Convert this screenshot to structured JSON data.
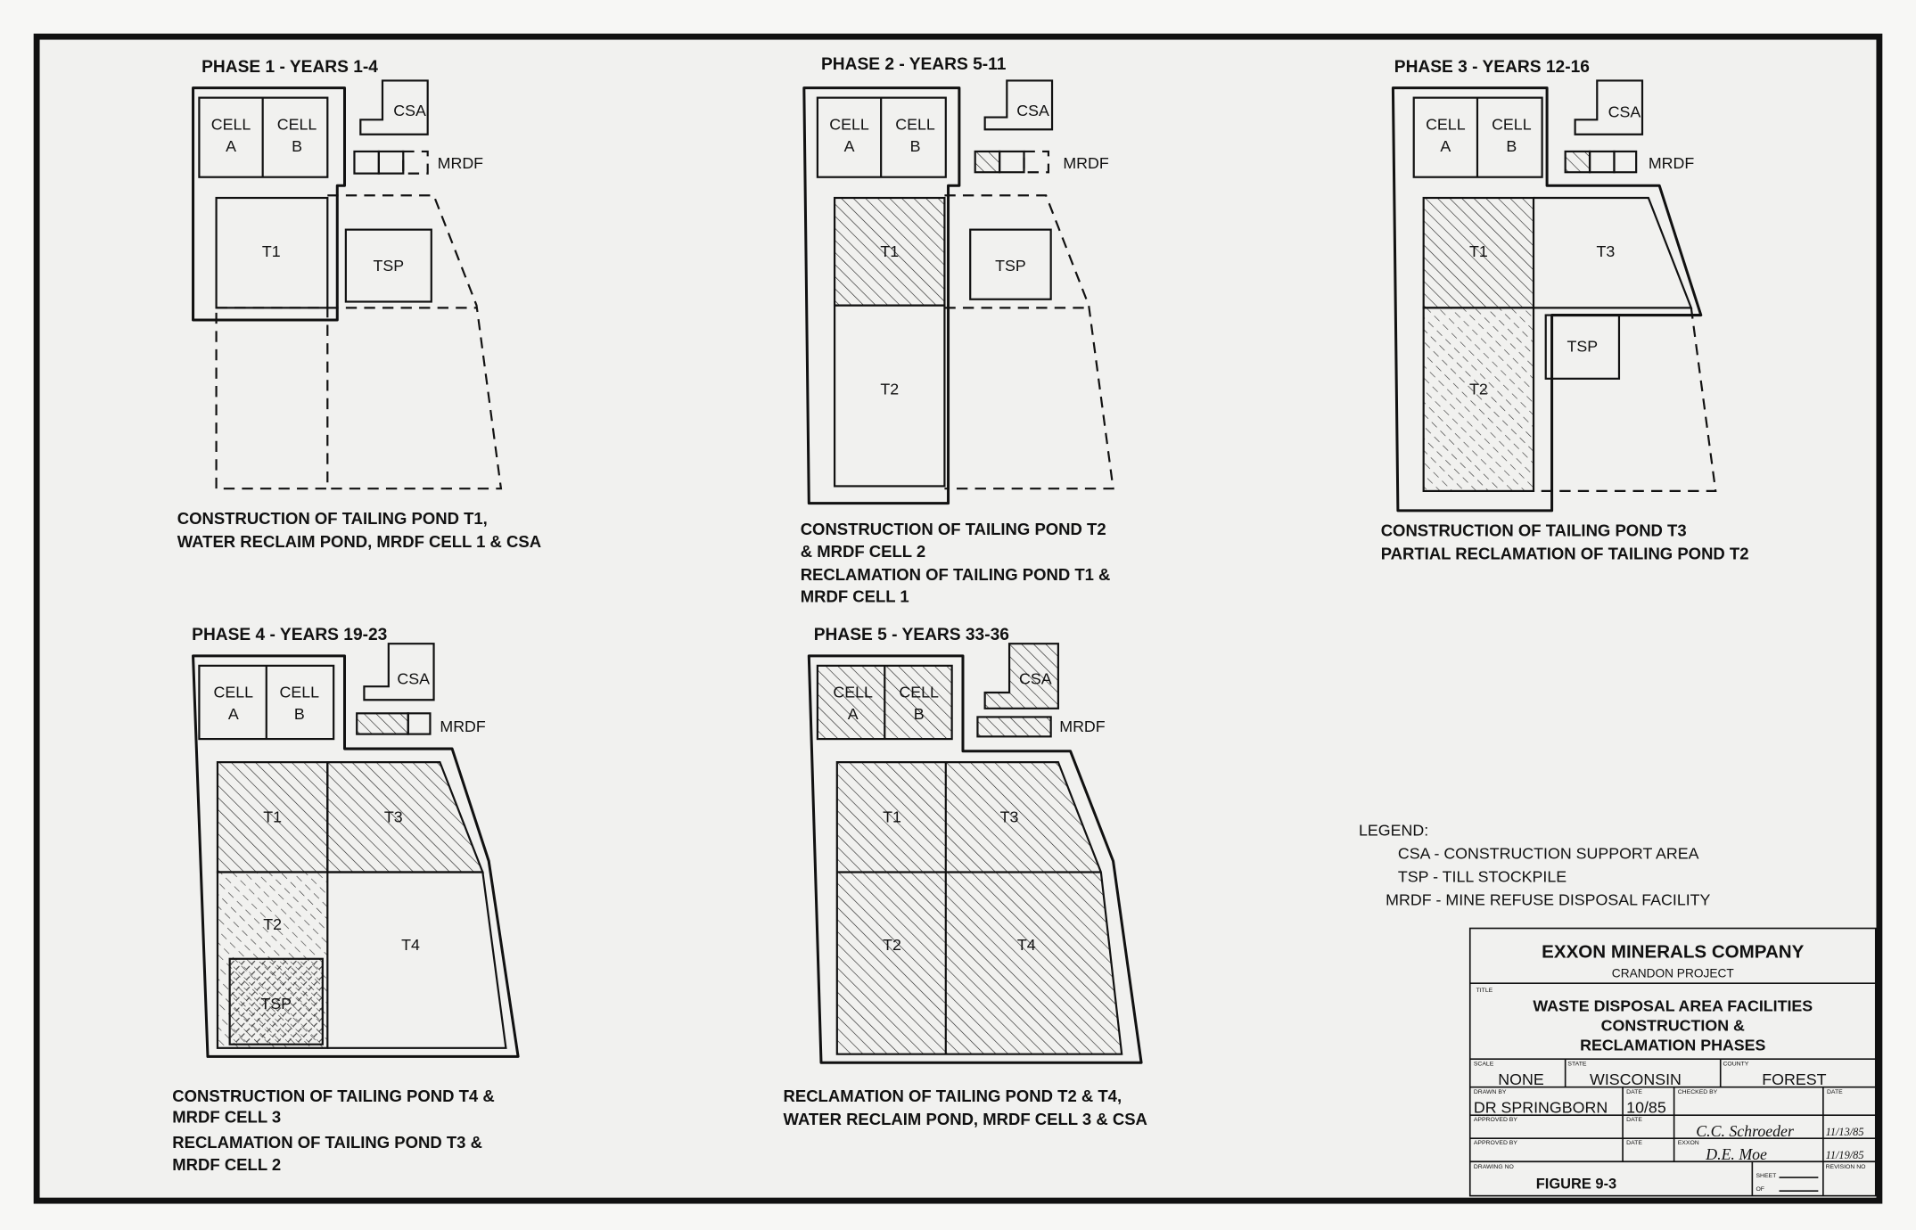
{
  "phases": [
    {
      "title": "PHASE 1 - YEARS 1-4",
      "captions": [
        "CONSTRUCTION OF TAILING POND T1,",
        "WATER RECLAIM POND, MRDF CELL 1 & CSA"
      ]
    },
    {
      "title": "PHASE 2 - YEARS 5-11",
      "captions": [
        "CONSTRUCTION OF TAILING POND T2",
        "& MRDF CELL 2",
        "RECLAMATION OF TAILING POND T1 &",
        "MRDF CELL 1"
      ]
    },
    {
      "title": "PHASE 3 - YEARS 12-16",
      "captions": [
        "CONSTRUCTION OF TAILING POND T3",
        "PARTIAL RECLAMATION OF TAILING POND T2"
      ]
    },
    {
      "title": "PHASE 4 - YEARS 19-23",
      "captions": [
        "CONSTRUCTION OF TAILING POND T4 &",
        "MRDF CELL 3",
        "RECLAMATION OF TAILING POND T3 &",
        "MRDF CELL 2"
      ]
    },
    {
      "title": "PHASE 5 - YEARS 33-36",
      "captions": [
        "RECLAMATION OF TAILING POND T2 & T4,",
        "WATER RECLAIM POND, MRDF CELL 3 & CSA"
      ]
    }
  ],
  "labels": {
    "cell": "CELL",
    "a": "A",
    "b": "B",
    "csa": "CSA",
    "mrdf": "MRDF",
    "t1": "T1",
    "t2": "T2",
    "t3": "T3",
    "t4": "T4",
    "tsp": "TSP"
  },
  "legend": {
    "heading": "LEGEND:",
    "items": [
      "CSA - CONSTRUCTION SUPPORT AREA",
      "TSP - TILL STOCKPILE",
      "MRDF - MINE REFUSE DISPOSAL FACILITY"
    ]
  },
  "title_block": {
    "company": "EXXON MINERALS COMPANY",
    "project": "CRANDON PROJECT",
    "title_label": "TITLE",
    "title_lines": [
      "WASTE DISPOSAL AREA FACILITIES",
      "CONSTRUCTION &",
      "RECLAMATION PHASES"
    ],
    "scale_label": "SCALE",
    "scale": "NONE",
    "state_label": "STATE",
    "state": "WISCONSIN",
    "county_label": "COUNTY",
    "county": "FOREST",
    "drawn_by_label": "DRAWN BY",
    "drawn_by": "DR SPRINGBORN",
    "date_label": "DATE",
    "drawn_date": "10/85",
    "checked_by_label": "CHECKED BY",
    "approved_by_label": "APPROVED BY",
    "approved_by2_label": "APPROVED BY",
    "approved_signature": "C.C. Schroeder",
    "approved_date": "11/13/85",
    "exxon_label": "EXXON",
    "exxon_signature": "D.E. Moe",
    "exxon_date": "11/19/85",
    "drawing_no_label": "DRAWING NO",
    "drawing_no": "FIGURE 9-3",
    "sheet_label": "SHEET",
    "of_label": "OF",
    "revision_label": "REVISION NO"
  }
}
